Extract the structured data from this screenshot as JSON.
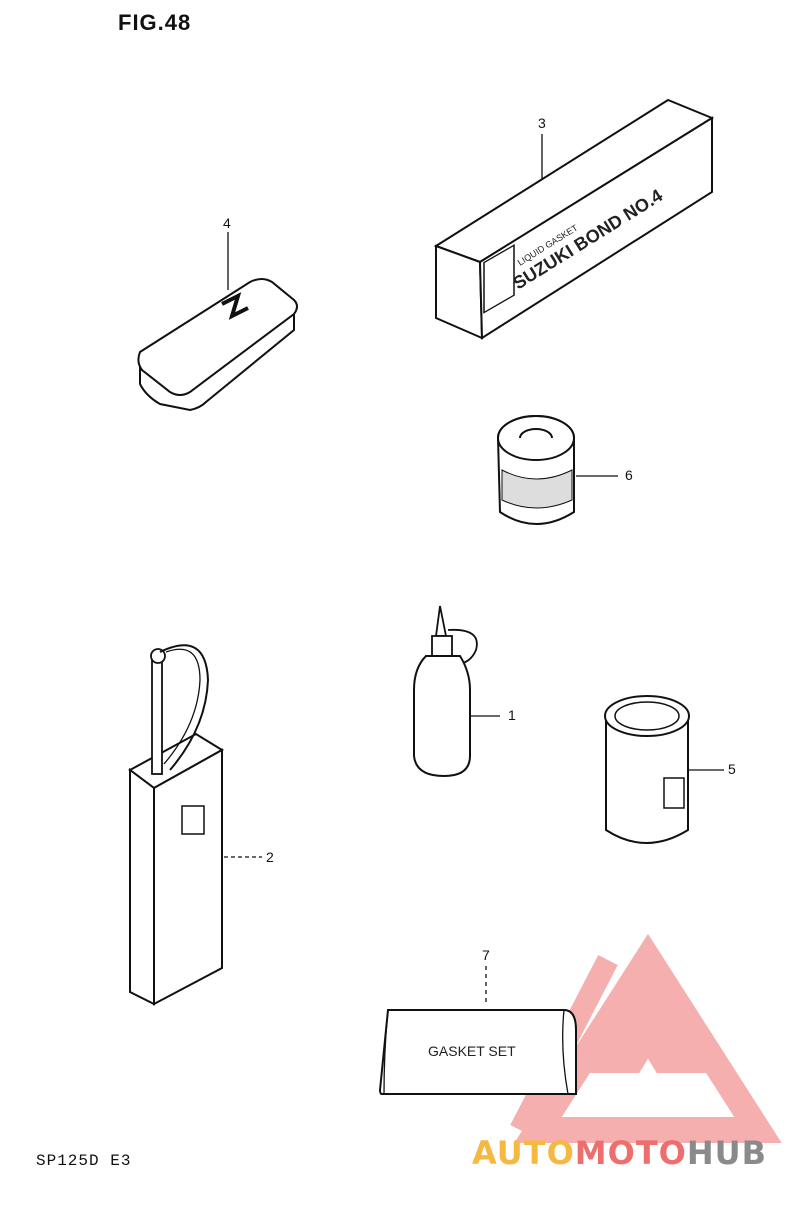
{
  "figure": {
    "title": "FIG.48",
    "footer": "SP125D E3"
  },
  "parts": [
    {
      "ref": "1",
      "name": "oil-bottle"
    },
    {
      "ref": "2",
      "name": "oil-can"
    },
    {
      "ref": "3",
      "name": "bond-box",
      "print": {
        "line1": "LIQUID GASKET",
        "line2": "SUZUKI BOND NO.4"
      }
    },
    {
      "ref": "4",
      "name": "tube-case"
    },
    {
      "ref": "5",
      "name": "grease-can-tall"
    },
    {
      "ref": "6",
      "name": "grease-can-short"
    },
    {
      "ref": "7",
      "name": "gasket-set",
      "print": "GASKET SET"
    }
  ],
  "watermark": {
    "part1": "AUTO",
    "part2": "MOTO",
    "part3": "HUB",
    "colors": {
      "orange": "#f5b942",
      "red": "#ee6e6e",
      "gray": "#8a8a8a"
    }
  }
}
